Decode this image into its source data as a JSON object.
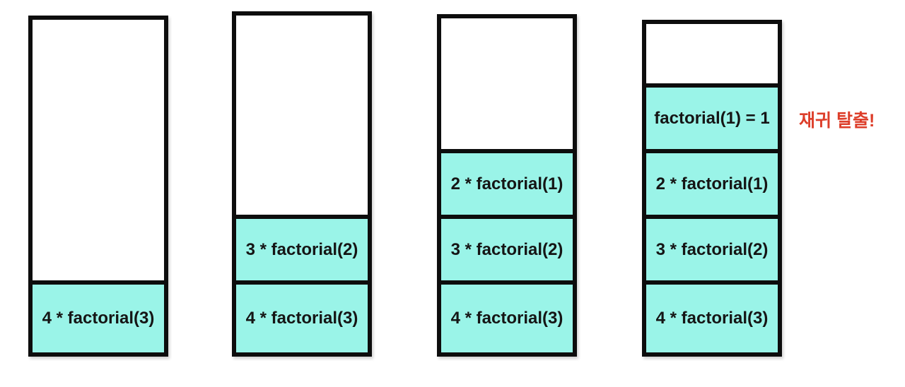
{
  "colors": {
    "background": "#ffffff",
    "cell_fill": "#9af4e8",
    "border": "#0d0d0d",
    "text": "#151515",
    "annotation": "#dd3e2a"
  },
  "stacks": [
    {
      "frames": [
        "4 * factorial(3)"
      ]
    },
    {
      "frames": [
        "3 * factorial(2)",
        "4 * factorial(3)"
      ]
    },
    {
      "frames": [
        "2 * factorial(1)",
        "3 * factorial(2)",
        "4 * factorial(3)"
      ]
    },
    {
      "frames": [
        "factorial(1) = 1",
        "2 * factorial(1)",
        "3 * factorial(2)",
        "4 * factorial(3)"
      ]
    }
  ],
  "annotation": {
    "label": "재귀 탈출!"
  }
}
